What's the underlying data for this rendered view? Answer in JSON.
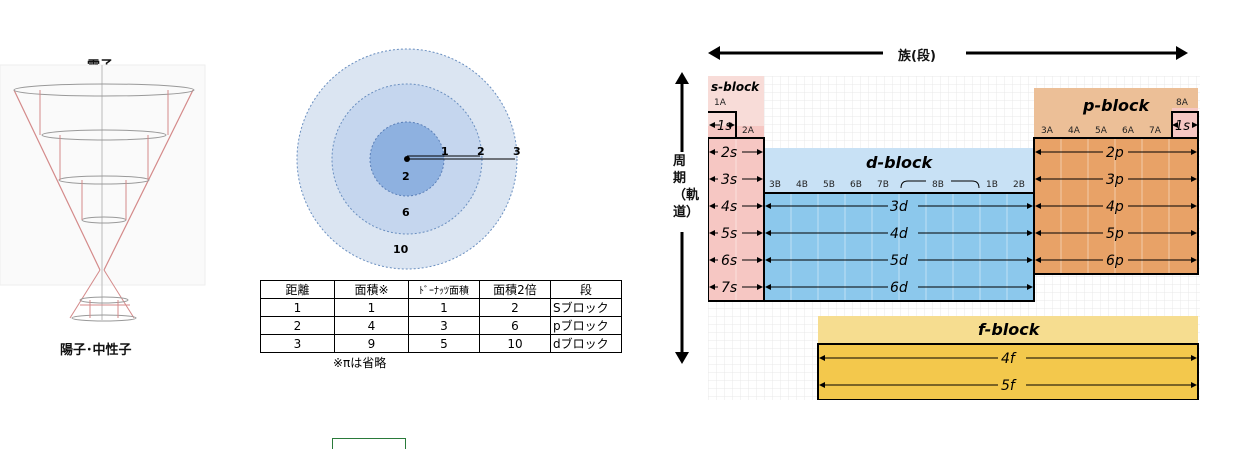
{
  "cone": {
    "top_label": "電子",
    "bottom_label": "陽子･中性子"
  },
  "circles": {
    "labels": [
      "1",
      "2",
      "3",
      "2",
      "6",
      "10"
    ],
    "fill_colors": [
      "#dbe5f2",
      "#c5d6ee",
      "#8eb1e0"
    ]
  },
  "table": {
    "headers": [
      "距離",
      "面積※",
      "ﾄﾞｰﾅｯﾂ面積",
      "面積2倍",
      "段"
    ],
    "rows": [
      [
        "1",
        "1",
        "1",
        "2",
        "Sブロック"
      ],
      [
        "2",
        "4",
        "3",
        "6",
        "pブロック"
      ],
      [
        "3",
        "9",
        "5",
        "10",
        "dブロック"
      ]
    ],
    "note": "※πは省略"
  },
  "periodic": {
    "horizontal_label": "族(段)",
    "vertical_label": "周期（軌道）",
    "s_block": {
      "title": "s-block",
      "groups": [
        "1A",
        "2A"
      ],
      "rows": [
        "1s",
        "2s",
        "3s",
        "4s",
        "5s",
        "6s",
        "7s"
      ],
      "color": "#f6c7c3"
    },
    "p_block": {
      "title": "p-block",
      "groups": [
        "3A",
        "4A",
        "5A",
        "6A",
        "7A",
        "8A"
      ],
      "row_1s": "1s",
      "rows": [
        "2p",
        "3p",
        "4p",
        "5p",
        "6p"
      ],
      "color": "#e8a267"
    },
    "d_block": {
      "title": "d-block",
      "groups": [
        "3B",
        "4B",
        "5B",
        "6B",
        "7B",
        "8B",
        "1B",
        "2B"
      ],
      "rows": [
        "3d",
        "4d",
        "5d",
        "6d"
      ],
      "color": "#8cc8ec"
    },
    "f_block": {
      "title": "f-block",
      "rows": [
        "4f",
        "5f"
      ],
      "color": "#f3c84c"
    }
  }
}
